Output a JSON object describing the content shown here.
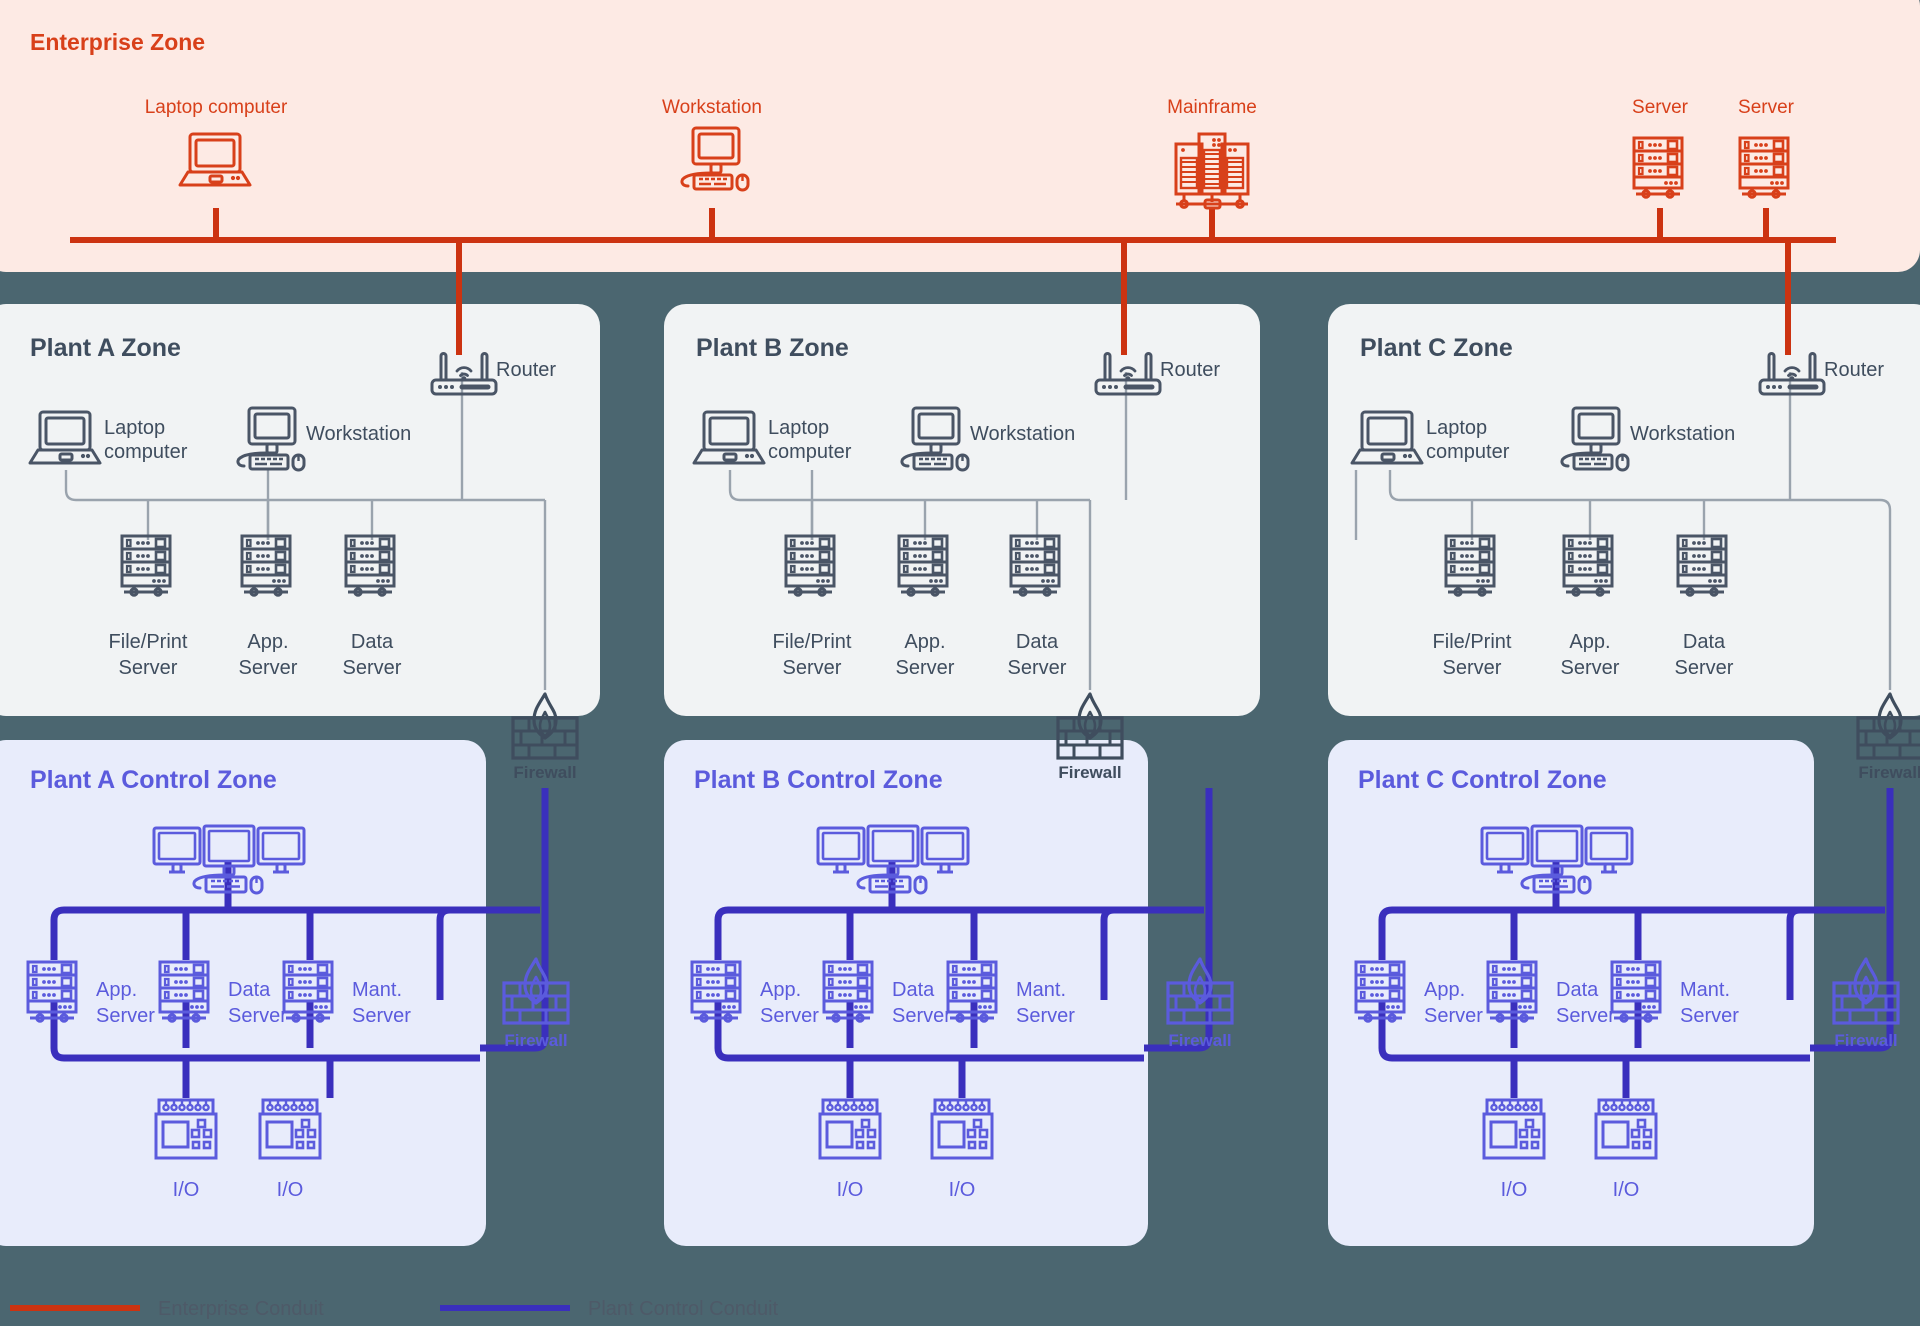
{
  "colors": {
    "background": "#4b6670",
    "enterprise_zone_bg": "#fdeae4",
    "enterprise_accent": "#d8401a",
    "plant_zone_bg": "#f1f3f4",
    "plant_accent": "#3f4d5e",
    "control_zone_bg": "#e8ecfb",
    "control_accent": "#5b5bdd",
    "control_conduit": "#3a2fbd",
    "thin_link": "#9aa3ad"
  },
  "enterprise": {
    "title": "Enterprise Zone",
    "devices": [
      {
        "label": "Laptop computer",
        "icon": "laptop-icon"
      },
      {
        "label": "Workstation",
        "icon": "workstation-icon"
      },
      {
        "label": "Mainframe",
        "icon": "mainframe-icon"
      },
      {
        "label": "Server",
        "icon": "server-icon"
      },
      {
        "label": "Server",
        "icon": "server-icon"
      }
    ]
  },
  "plant_zones": [
    {
      "title": "Plant A Zone",
      "router_label": "Router",
      "router_icon": "router-icon",
      "clients": [
        {
          "label": "Laptop computer",
          "icon": "laptop-icon"
        },
        {
          "label": "Workstation",
          "icon": "workstation-icon"
        }
      ],
      "servers": [
        {
          "label": "File/Print Server",
          "icon": "server-icon"
        },
        {
          "label": "App. Server",
          "icon": "server-icon"
        },
        {
          "label": "Data Server",
          "icon": "server-icon"
        }
      ],
      "firewall": {
        "label": "Firewall",
        "icon": "firewall-icon"
      }
    },
    {
      "title": "Plant B Zone",
      "router_label": "Router",
      "router_icon": "router-icon",
      "clients": [
        {
          "label": "Laptop computer",
          "icon": "laptop-icon"
        },
        {
          "label": "Workstation",
          "icon": "workstation-icon"
        }
      ],
      "servers": [
        {
          "label": "File/Print Server",
          "icon": "server-icon"
        },
        {
          "label": "App. Server",
          "icon": "server-icon"
        },
        {
          "label": "Data Server",
          "icon": "server-icon"
        }
      ],
      "firewall": {
        "label": "Firewall",
        "icon": "firewall-icon"
      }
    },
    {
      "title": "Plant C Zone",
      "router_label": "Router",
      "router_icon": "router-icon",
      "clients": [
        {
          "label": "Laptop computer",
          "icon": "laptop-icon"
        },
        {
          "label": "Workstation",
          "icon": "workstation-icon"
        }
      ],
      "servers": [
        {
          "label": "File/Print Server",
          "icon": "server-icon"
        },
        {
          "label": "App. Server",
          "icon": "server-icon"
        },
        {
          "label": "Data Server",
          "icon": "server-icon"
        }
      ],
      "firewall": {
        "label": "Firewall",
        "icon": "firewall-icon"
      }
    }
  ],
  "control_zones": [
    {
      "title": "Plant A Control Zone",
      "hmi_icon": "multi-monitor-workstation-icon",
      "servers": [
        {
          "label": "App. Server",
          "icon": "server-icon"
        },
        {
          "label": "Data Server",
          "icon": "server-icon"
        },
        {
          "label": "Mant. Server",
          "icon": "server-icon"
        }
      ],
      "io_devices": [
        {
          "label": "I/O",
          "icon": "io-module-icon"
        },
        {
          "label": "I/O",
          "icon": "io-module-icon"
        }
      ],
      "firewall": {
        "label": "Firewall",
        "icon": "firewall-icon"
      }
    },
    {
      "title": "Plant B Control Zone",
      "hmi_icon": "multi-monitor-workstation-icon",
      "servers": [
        {
          "label": "App. Server",
          "icon": "server-icon"
        },
        {
          "label": "Data Server",
          "icon": "server-icon"
        },
        {
          "label": "Mant. Server",
          "icon": "server-icon"
        }
      ],
      "io_devices": [
        {
          "label": "I/O",
          "icon": "io-module-icon"
        },
        {
          "label": "I/O",
          "icon": "io-module-icon"
        }
      ],
      "firewall": {
        "label": "Firewall",
        "icon": "firewall-icon"
      }
    },
    {
      "title": "Plant C Control Zone",
      "hmi_icon": "multi-monitor-workstation-icon",
      "servers": [
        {
          "label": "App. Server",
          "icon": "server-icon"
        },
        {
          "label": "Data Server",
          "icon": "server-icon"
        },
        {
          "label": "Mant. Server",
          "icon": "server-icon"
        }
      ],
      "io_devices": [
        {
          "label": "I/O",
          "icon": "io-module-icon"
        },
        {
          "label": "I/O",
          "icon": "io-module-icon"
        }
      ],
      "firewall": {
        "label": "Firewall",
        "icon": "firewall-icon"
      }
    }
  ],
  "legend": [
    {
      "label": "Enterprise Conduit",
      "color": "#cc3311"
    },
    {
      "label": "Plant Control Conduit",
      "color": "#3a2fbd"
    }
  ]
}
